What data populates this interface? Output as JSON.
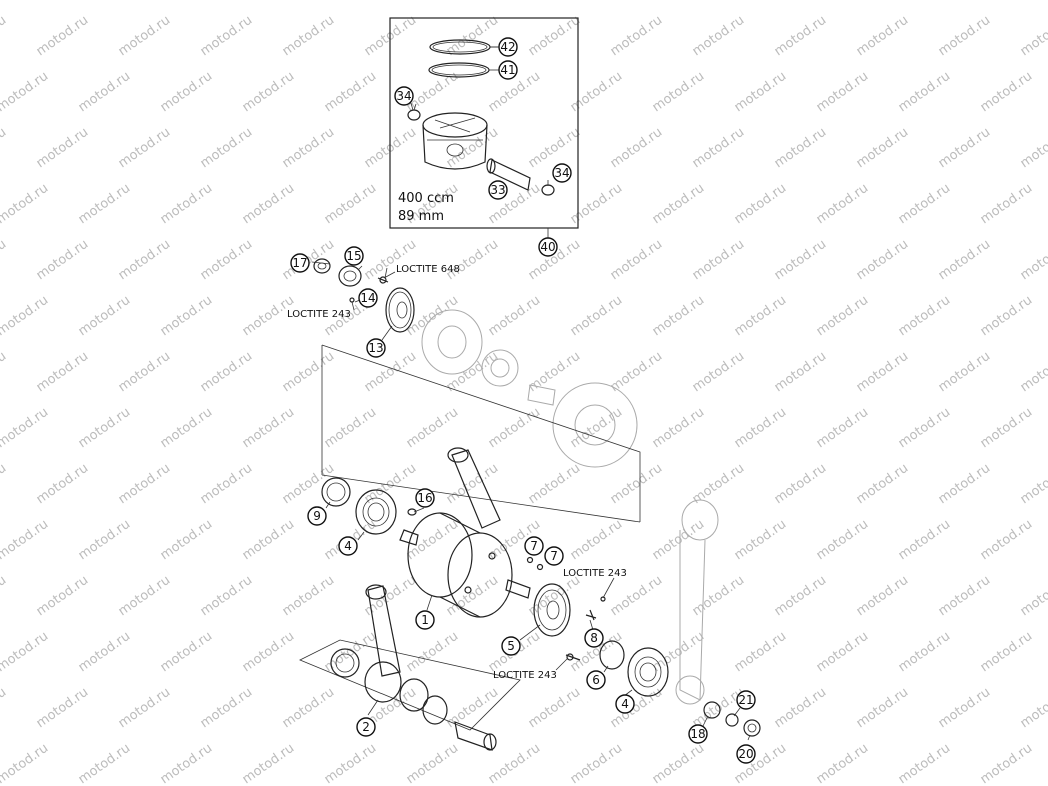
{
  "watermark": "motod.ru",
  "piston_kit": {
    "displacement": "400 ccm",
    "bore": "89 mm"
  },
  "callouts": [
    "42",
    "41",
    "34",
    "34",
    "33",
    "40",
    "17",
    "15",
    "14",
    "13",
    "9",
    "16",
    "4",
    "7",
    "7",
    "1",
    "5",
    "8",
    "6",
    "4",
    "2",
    "21",
    "18",
    "20"
  ],
  "loctite_labels": [
    "LOCTITE 648",
    "LOCTITE 243",
    "LOCTITE 243",
    "LOCTITE 243"
  ]
}
